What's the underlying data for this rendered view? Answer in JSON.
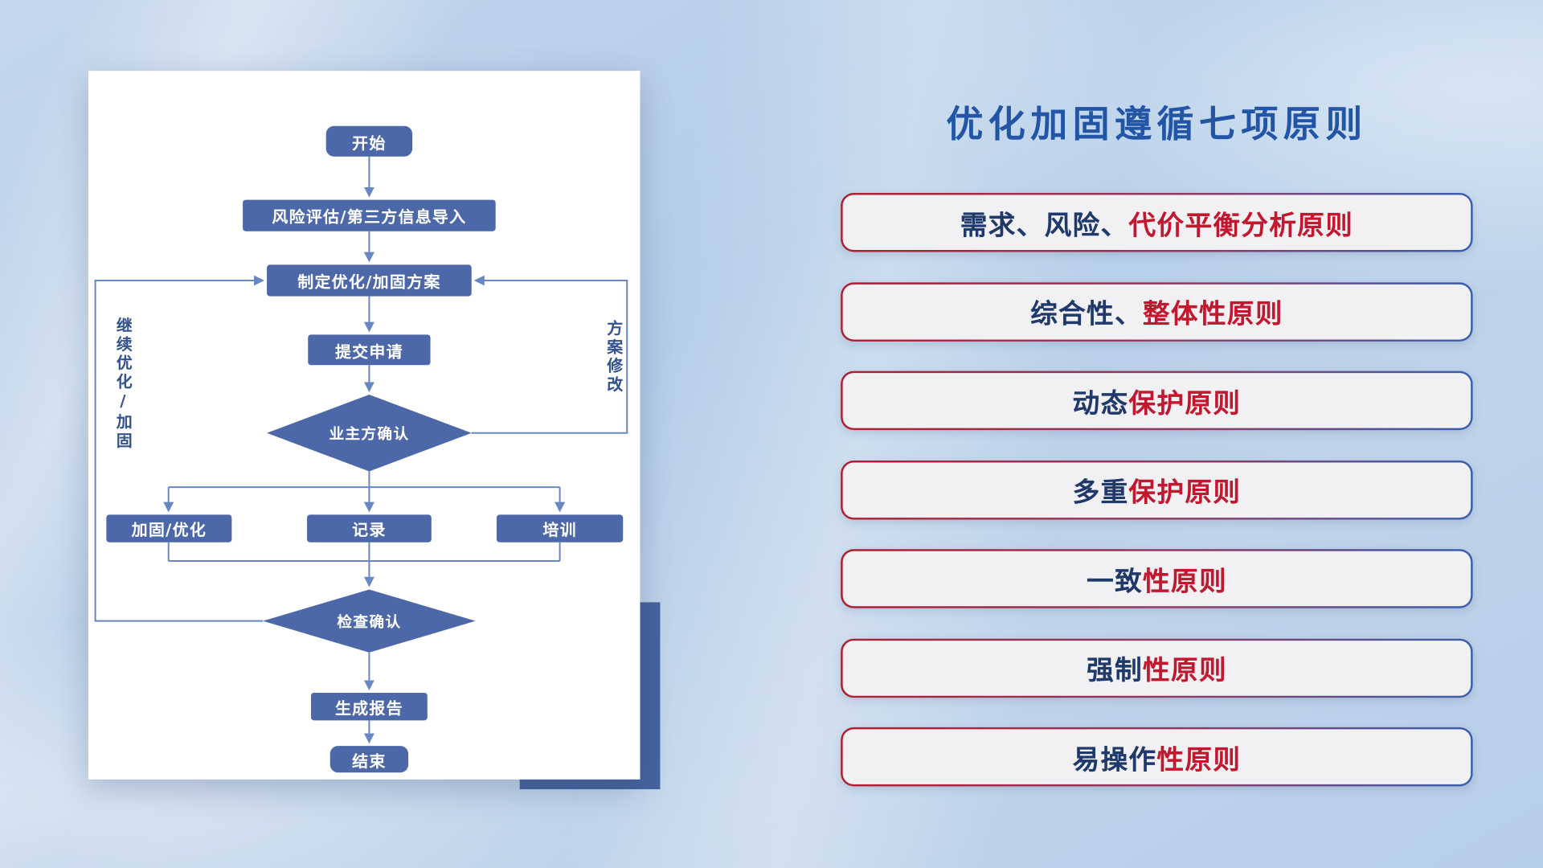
{
  "flowchart": {
    "nodes": {
      "start": "开始",
      "risk_import": "风险评估/第三方信息导入",
      "make_plan": "制定优化/加固方案",
      "submit_request": "提交申请",
      "owner_confirm": "业主方确认",
      "reinforce_optimize": "加固/优化",
      "record": "记录",
      "training": "培训",
      "check_confirm": "检查确认",
      "generate_report": "生成报告",
      "end": "结束"
    },
    "edge_labels": {
      "continue_optimize": "继续优化/加固",
      "plan_modify": "方案修改"
    },
    "colors": {
      "node_fill": "#4d68a8",
      "node_text": "#ffffff",
      "connector": "#6787c3",
      "card_background": "#ffffff",
      "accent_block": "#44639d"
    }
  },
  "principles_panel": {
    "title": "优化加固遵循七项原则",
    "items": [
      {
        "prefix": "需求、风险、",
        "suffix": "代价平衡分析原则"
      },
      {
        "prefix": "综合性、",
        "suffix": "整体性原则"
      },
      {
        "prefix": "动态",
        "suffix": "保护原则"
      },
      {
        "prefix": "多重",
        "suffix": "保护原则"
      },
      {
        "prefix": "一致",
        "suffix": "性原则"
      },
      {
        "prefix": "强制",
        "suffix": "性原则"
      },
      {
        "prefix": "易操作",
        "suffix": "性原则"
      }
    ],
    "colors": {
      "title": "#2255a5",
      "text_primary": "#20396b",
      "text_accent": "#c2182f",
      "pill_fill": "#f1f1f4",
      "pill_border_left": "#b01e32",
      "pill_border_right": "#3a5fae"
    }
  }
}
